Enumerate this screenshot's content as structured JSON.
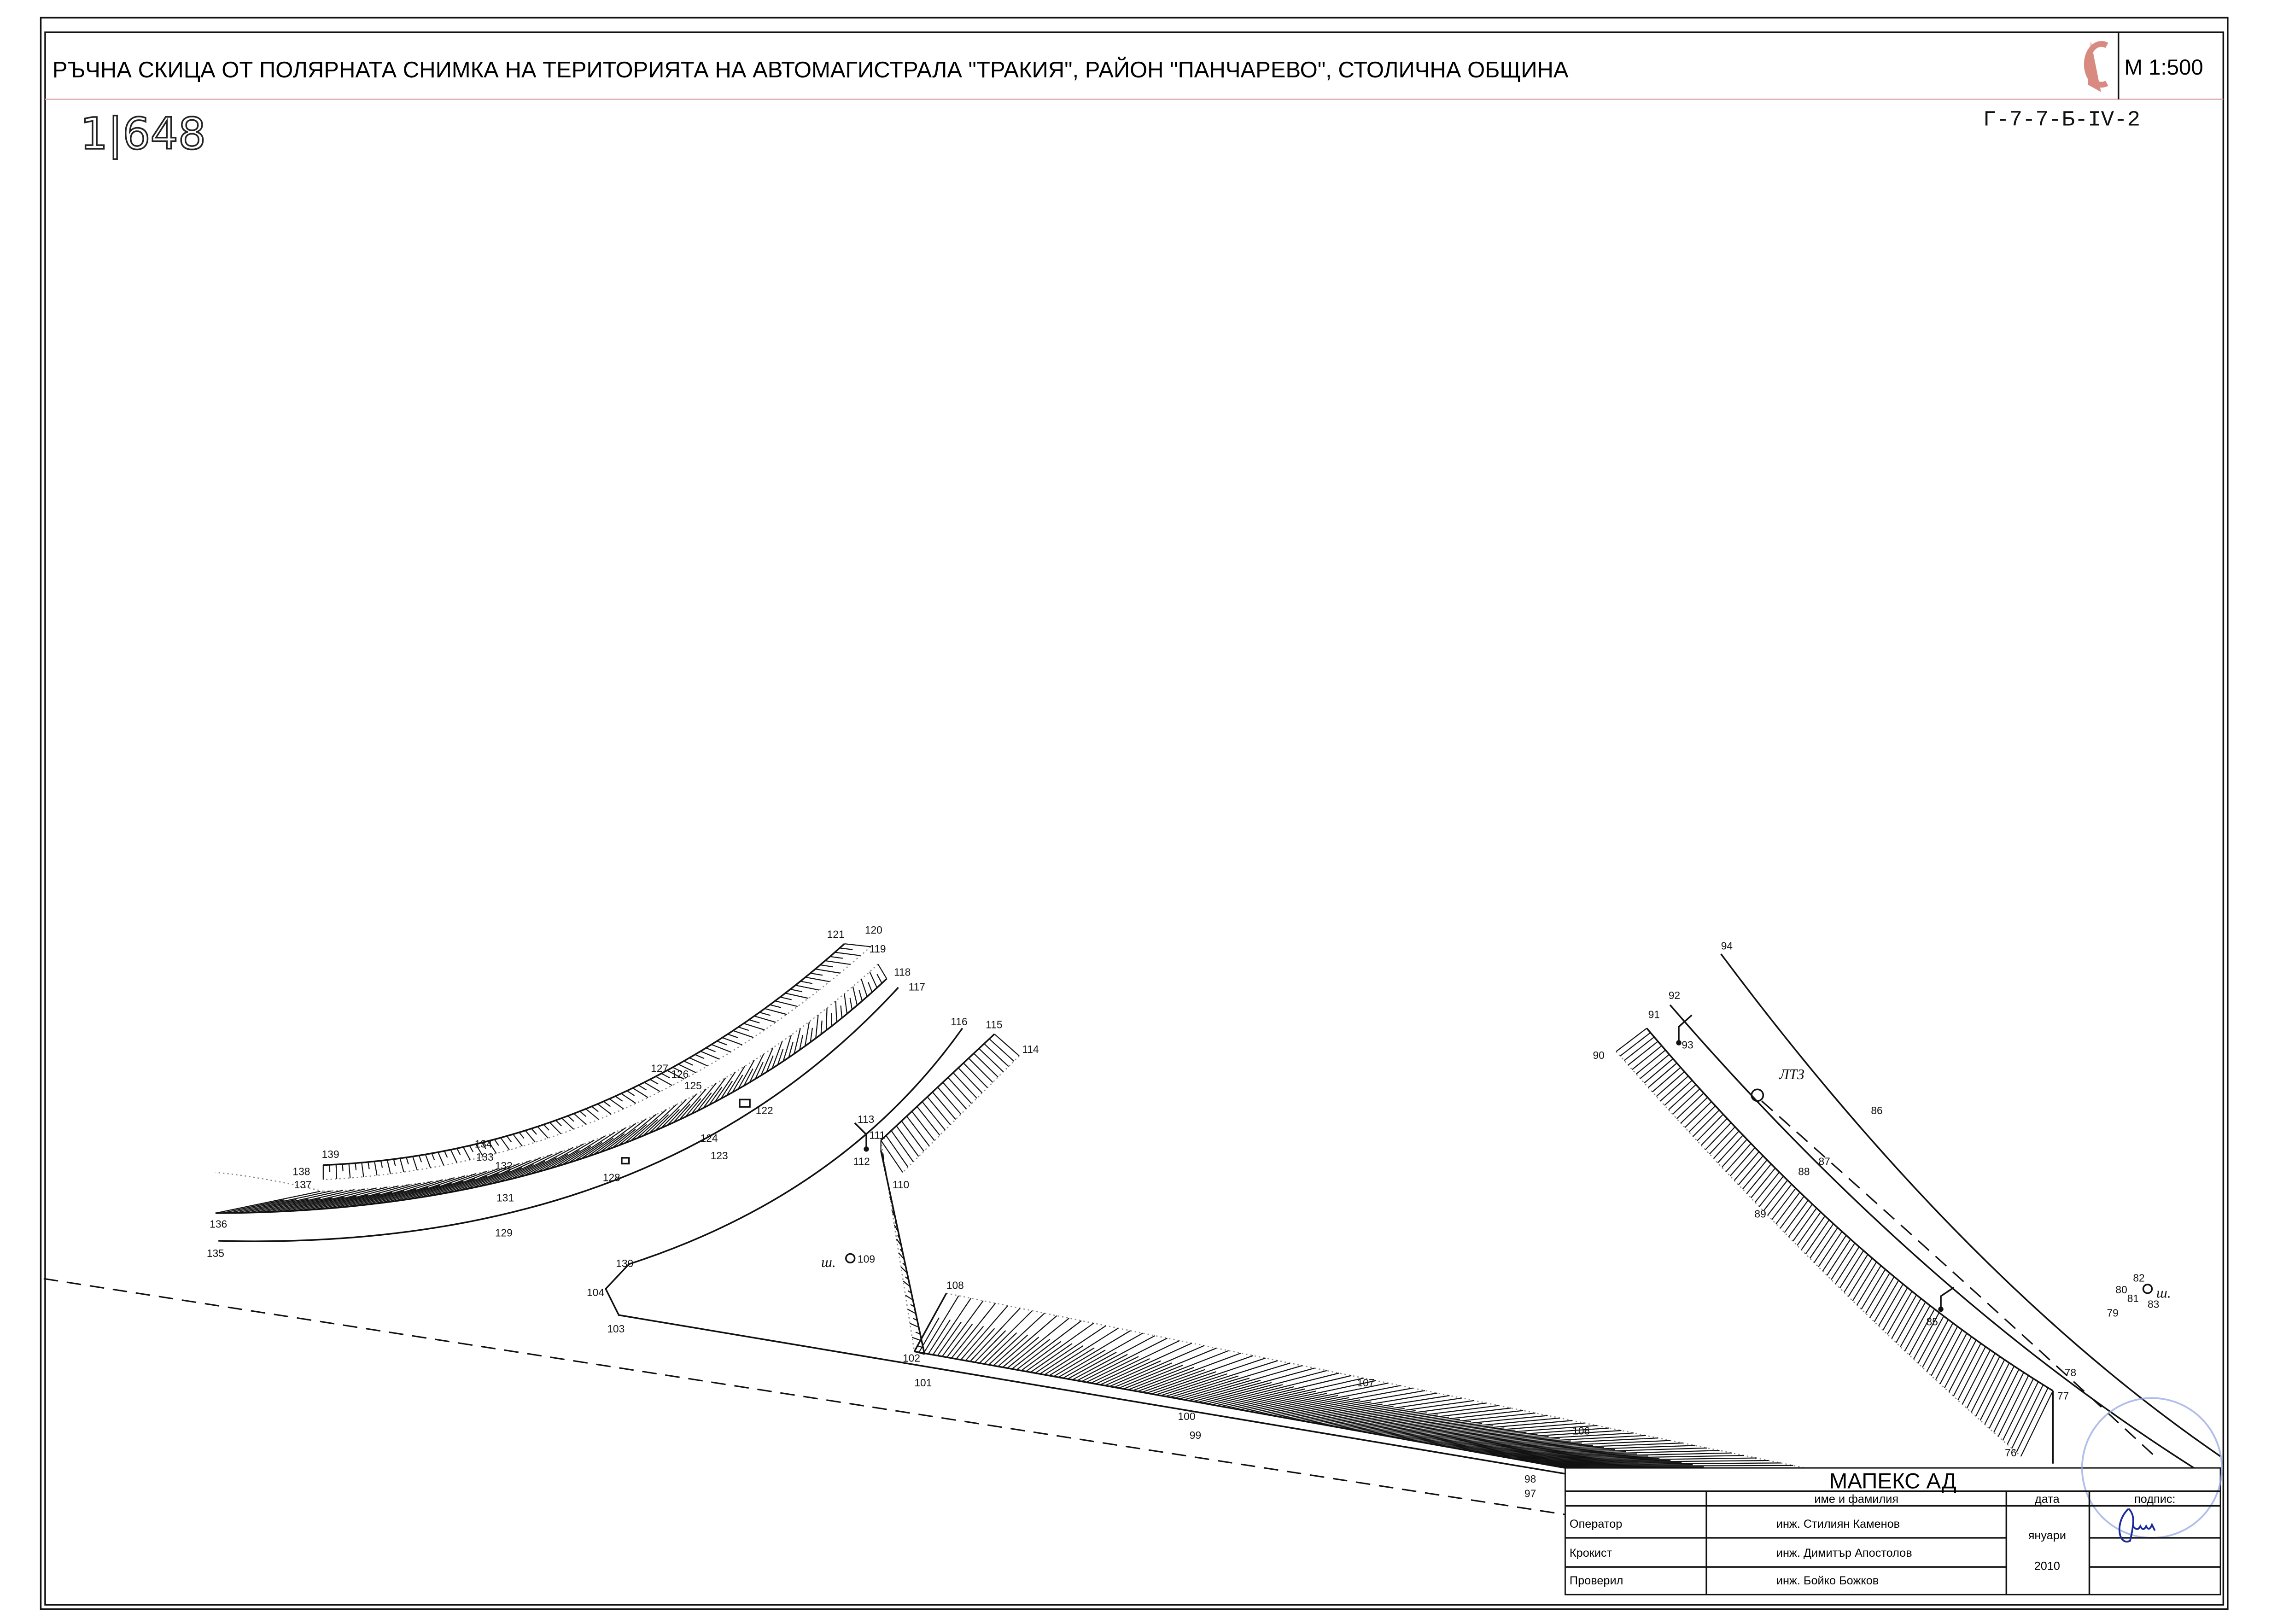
{
  "header": {
    "title": "РЪЧНА  СКИЦА ОТ ПОЛЯРНАТА СНИМКА НА ТЕРИТОРИЯТА НА АВТОМАГИСТРАЛА \"ТРАКИЯ\", РАЙОН \"ПАНЧАРЕВО\", СТОЛИЧНА ОБЩИНА",
    "scale": "М 1:500",
    "sheet_code": "Г-7-7-Б-IV-2",
    "handwritten_number": "1|648",
    "logo": "cadastre-logo"
  },
  "map": {
    "points": [
      "121",
      "120",
      "119",
      "118",
      "117",
      "116",
      "115",
      "114",
      "127",
      "126",
      "125",
      "122",
      "124",
      "123",
      "134",
      "133",
      "132",
      "139",
      "138",
      "137",
      "131",
      "128",
      "136",
      "129",
      "135",
      "113",
      "111",
      "112",
      "110",
      "109",
      "130",
      "104",
      "103",
      "108",
      "102",
      "101",
      "107",
      "100",
      "99",
      "106",
      "98",
      "97",
      "94",
      "92",
      "91",
      "90",
      "93",
      "86",
      "87",
      "88",
      "89",
      "85",
      "82",
      "80",
      "81",
      "83",
      "79",
      "78",
      "77",
      "76"
    ],
    "annotations": {
      "well_left": "ш.",
      "well_right": "ш.",
      "zone": "ЛТЗ"
    }
  },
  "stamp": {
    "company": "МАПЕКС   АД",
    "col_name": "име и фамилия",
    "col_date": "дата",
    "col_sign": "подпис:",
    "rows": [
      {
        "role": "Оператор",
        "name": "инж. Стилиян Каменов"
      },
      {
        "role": "Крокист",
        "name": "инж. Димитър Апостолов"
      },
      {
        "role": "Проверил",
        "name": "инж. Бойко Божков"
      }
    ],
    "date_month": "януари",
    "date_year": "2010"
  },
  "colors": {
    "logo": "#d98a80",
    "seal": "#8fa3e0",
    "signature": "#1a2a9a"
  }
}
